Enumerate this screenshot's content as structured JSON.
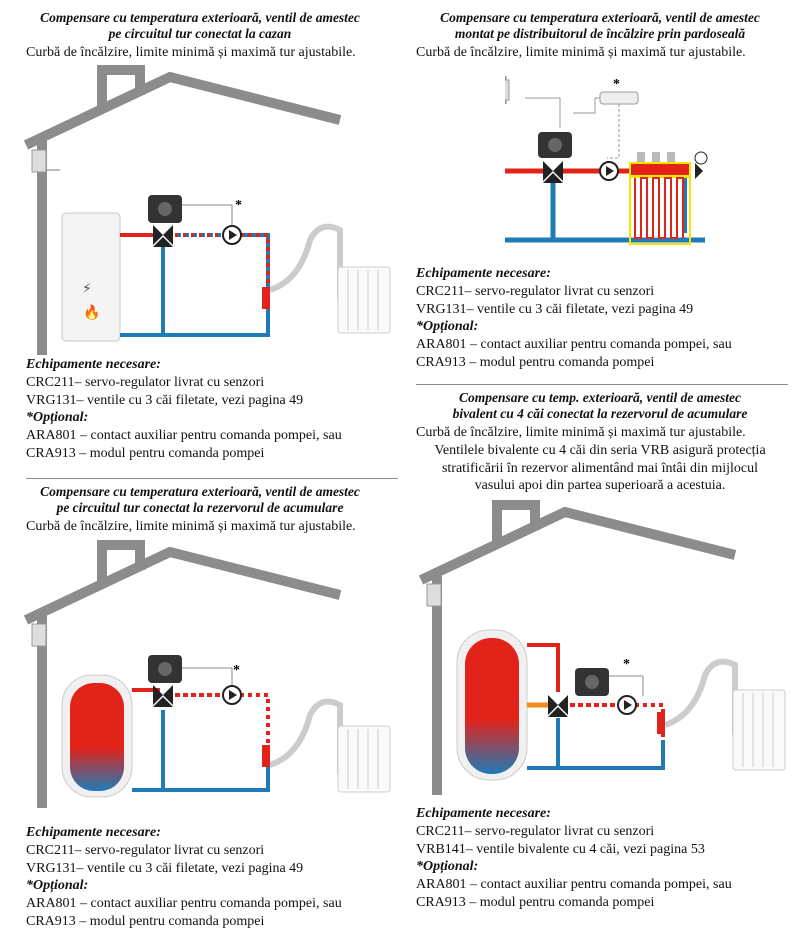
{
  "sections": [
    {
      "title_line1": "Compensare cu temperatura exterioară, ventil de amestec",
      "title_line2": "pe circuitul tur conectat la cazan",
      "subtitle": "Curbă de încălzire, limite minimă și maximă tur ajustabile.",
      "equipment_header": "Echipamente necesare:",
      "equipment": [
        "CRC211– servo-regulator livrat cu senzori",
        "VRG131– ventile cu 3 căi filetate, vezi pagina 49"
      ],
      "optional_header": "*Opțional:",
      "optional": [
        "ARA801 – contact auxiliar pentru comanda pompei, sau",
        "CRA913 – modul pentru comanda pompei"
      ]
    },
    {
      "title_line1": "Compensare cu temperatura exterioară, ventil de amestec",
      "title_line2": "montat pe distribuitorul de încălzire prin pardoseală",
      "subtitle": "Curbă de încălzire, limite minimă și maximă tur ajustabile.",
      "equipment_header": "Echipamente necesare:",
      "equipment": [
        "CRC211– servo-regulator livrat cu senzori",
        "VRG131– ventile cu 3 căi filetate, vezi pagina 49"
      ],
      "optional_header": "*Opțional:",
      "optional": [
        "ARA801 – contact auxiliar pentru comanda pompei, sau",
        "CRA913 – modul pentru comanda pompei"
      ]
    },
    {
      "title_line1": "Compensare cu temperatura exterioară, ventil de amestec",
      "title_line2": "pe circuitul tur conectat la rezervorul de acumulare",
      "subtitle": "Curbă de încălzire, limite minimă și maximă tur ajustabile.",
      "equipment_header": "Echipamente necesare:",
      "equipment": [
        "CRC211– servo-regulator livrat cu senzori",
        "VRG131– ventile cu 3 căi filetate, vezi pagina 49"
      ],
      "optional_header": "*Opțional:",
      "optional": [
        "ARA801 – contact auxiliar pentru comanda pompei, sau",
        "CRA913 – modul pentru comanda pompei"
      ]
    },
    {
      "title_line1": "Compensare cu temp. exterioară, ventil de amestec",
      "title_line2": "bivalent cu 4 căi conectat la rezervorul de acumulare",
      "subtitle": "Curbă de încălzire, limite minimă și maximă tur ajustabile.",
      "description": [
        "Ventilele bivalente cu 4 căi din seria VRB asigură protecția",
        "stratificării în rezervor alimentând mai întâi din mijlocul",
        "vasului apoi din partea superioară a acestuia."
      ],
      "equipment_header": "Echipamente necesare:",
      "equipment": [
        "CRC211– servo-regulator livrat cu senzori",
        "VRB141– ventile bivalente cu 4 căi, vezi pagina 53"
      ],
      "optional_header": "*Opțional:",
      "optional": [
        "ARA801 – contact auxiliar pentru comanda pompei, sau",
        "CRA913 – modul pentru comanda pompei"
      ]
    }
  ],
  "diagram_labels": {
    "asterisk": "*"
  },
  "colors": {
    "hot": "#e2231a",
    "cold": "#1f7bb8",
    "house": "#8c8c8c",
    "floor": "#f2e600",
    "mix": "#f28c1c"
  }
}
